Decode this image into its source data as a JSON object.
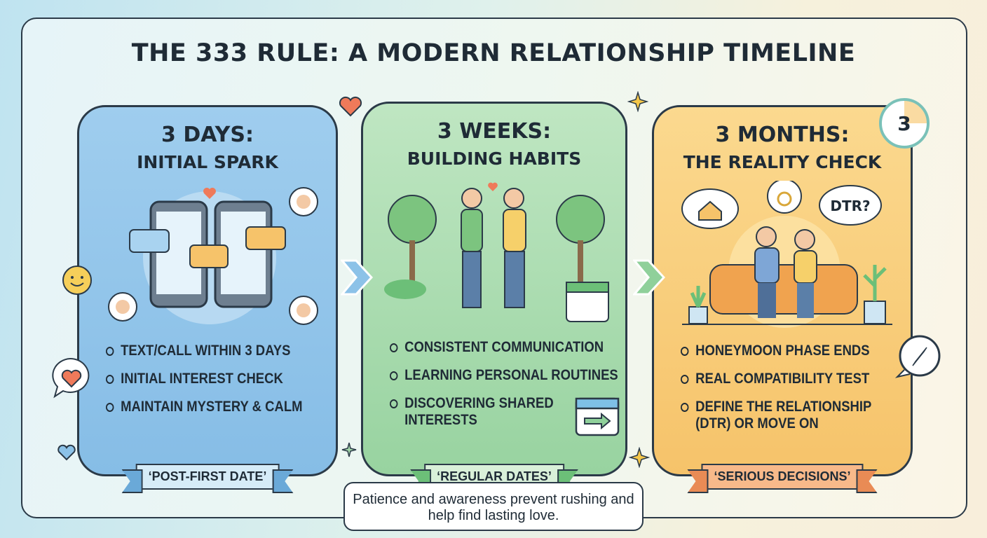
{
  "title": "THE 333 RULE: A MODERN RELATIONSHIP TIMELINE",
  "stages": [
    {
      "heading": "3 DAYS:",
      "subheading": "INITIAL SPARK",
      "bullets": [
        "TEXT/CALL WITHIN 3 DAYS",
        "INITIAL INTEREST CHECK",
        "MAINTAIN MYSTERY & CALM"
      ],
      "ribbon": "‘POST-FIRST DATE’",
      "color": "#8cc2e8"
    },
    {
      "heading": "3 WEEKS:",
      "subheading": "BUILDING HABITS",
      "bullets": [
        "CONSISTENT COMMUNICATION",
        "LEARNING PERSONAL ROUTINES",
        "DISCOVERING SHARED INTERESTS"
      ],
      "ribbon": "‘REGULAR DATES’",
      "color": "#a5d9ab"
    },
    {
      "heading": "3 MONTHS:",
      "subheading": "THE REALITY CHECK",
      "bullets": [
        "HONEYMOON PHASE ENDS",
        "REAL COMPATIBILITY TEST",
        "DEFINE THE RELATIONSHIP (DTR) OR MOVE ON"
      ],
      "ribbon": "‘SERIOUS DECISIONS’",
      "color": "#f8cc7a"
    }
  ],
  "illustrations": {
    "dtr_bubble": "DTR?",
    "clock_number": "3"
  },
  "note": "Patience and awareness prevent rushing and help find lasting love."
}
